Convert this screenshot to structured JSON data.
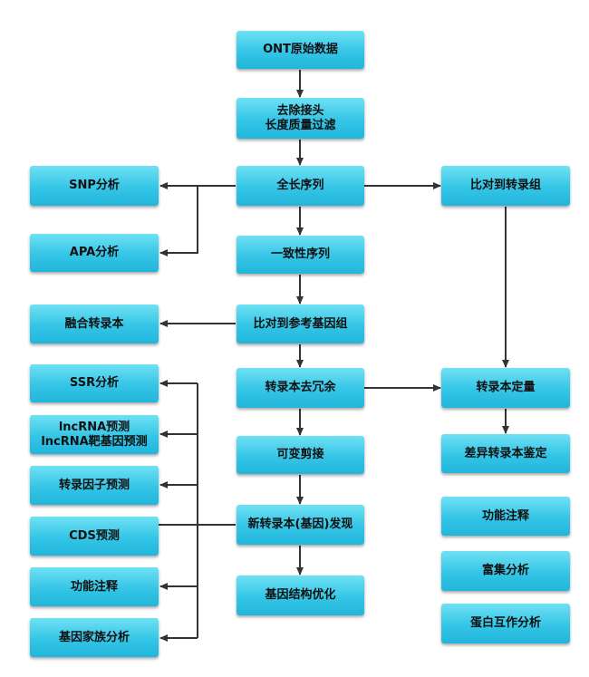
{
  "center": {
    "ont_data": "ONT原始数据",
    "trim_line1": "去除接头",
    "trim_line2": "长度质量过滤",
    "full_length": "全长序列",
    "consensus": "一致性序列",
    "align_ref": "比对到参考基因组",
    "collapse": "转录本去冗余",
    "alt_splicing": "可变剪接",
    "novel_transcript": "新转录本(基因)发现",
    "gene_structure": "基因结构优化"
  },
  "left": {
    "snp": "SNP分析",
    "apa": "APA分析",
    "fusion": "融合转录本",
    "ssr": "SSR分析",
    "lncrna_line1": "lncRNA预测",
    "lncrna_line2": "lncRNA靶基因预测",
    "tf": "转录因子预测",
    "cds": "CDS预测",
    "func": "功能注释",
    "gene_family": "基因家族分析"
  },
  "right": {
    "align_transcript": "比对到转录组",
    "quant": "转录本定量",
    "diff": "差异转录本鉴定",
    "func": "功能注释",
    "enrich": "富集分析",
    "ppi": "蛋白互作分析"
  },
  "colors": {
    "box_top": "#6fe1f4",
    "box_bottom": "#22b6dc",
    "line": "#333333"
  }
}
